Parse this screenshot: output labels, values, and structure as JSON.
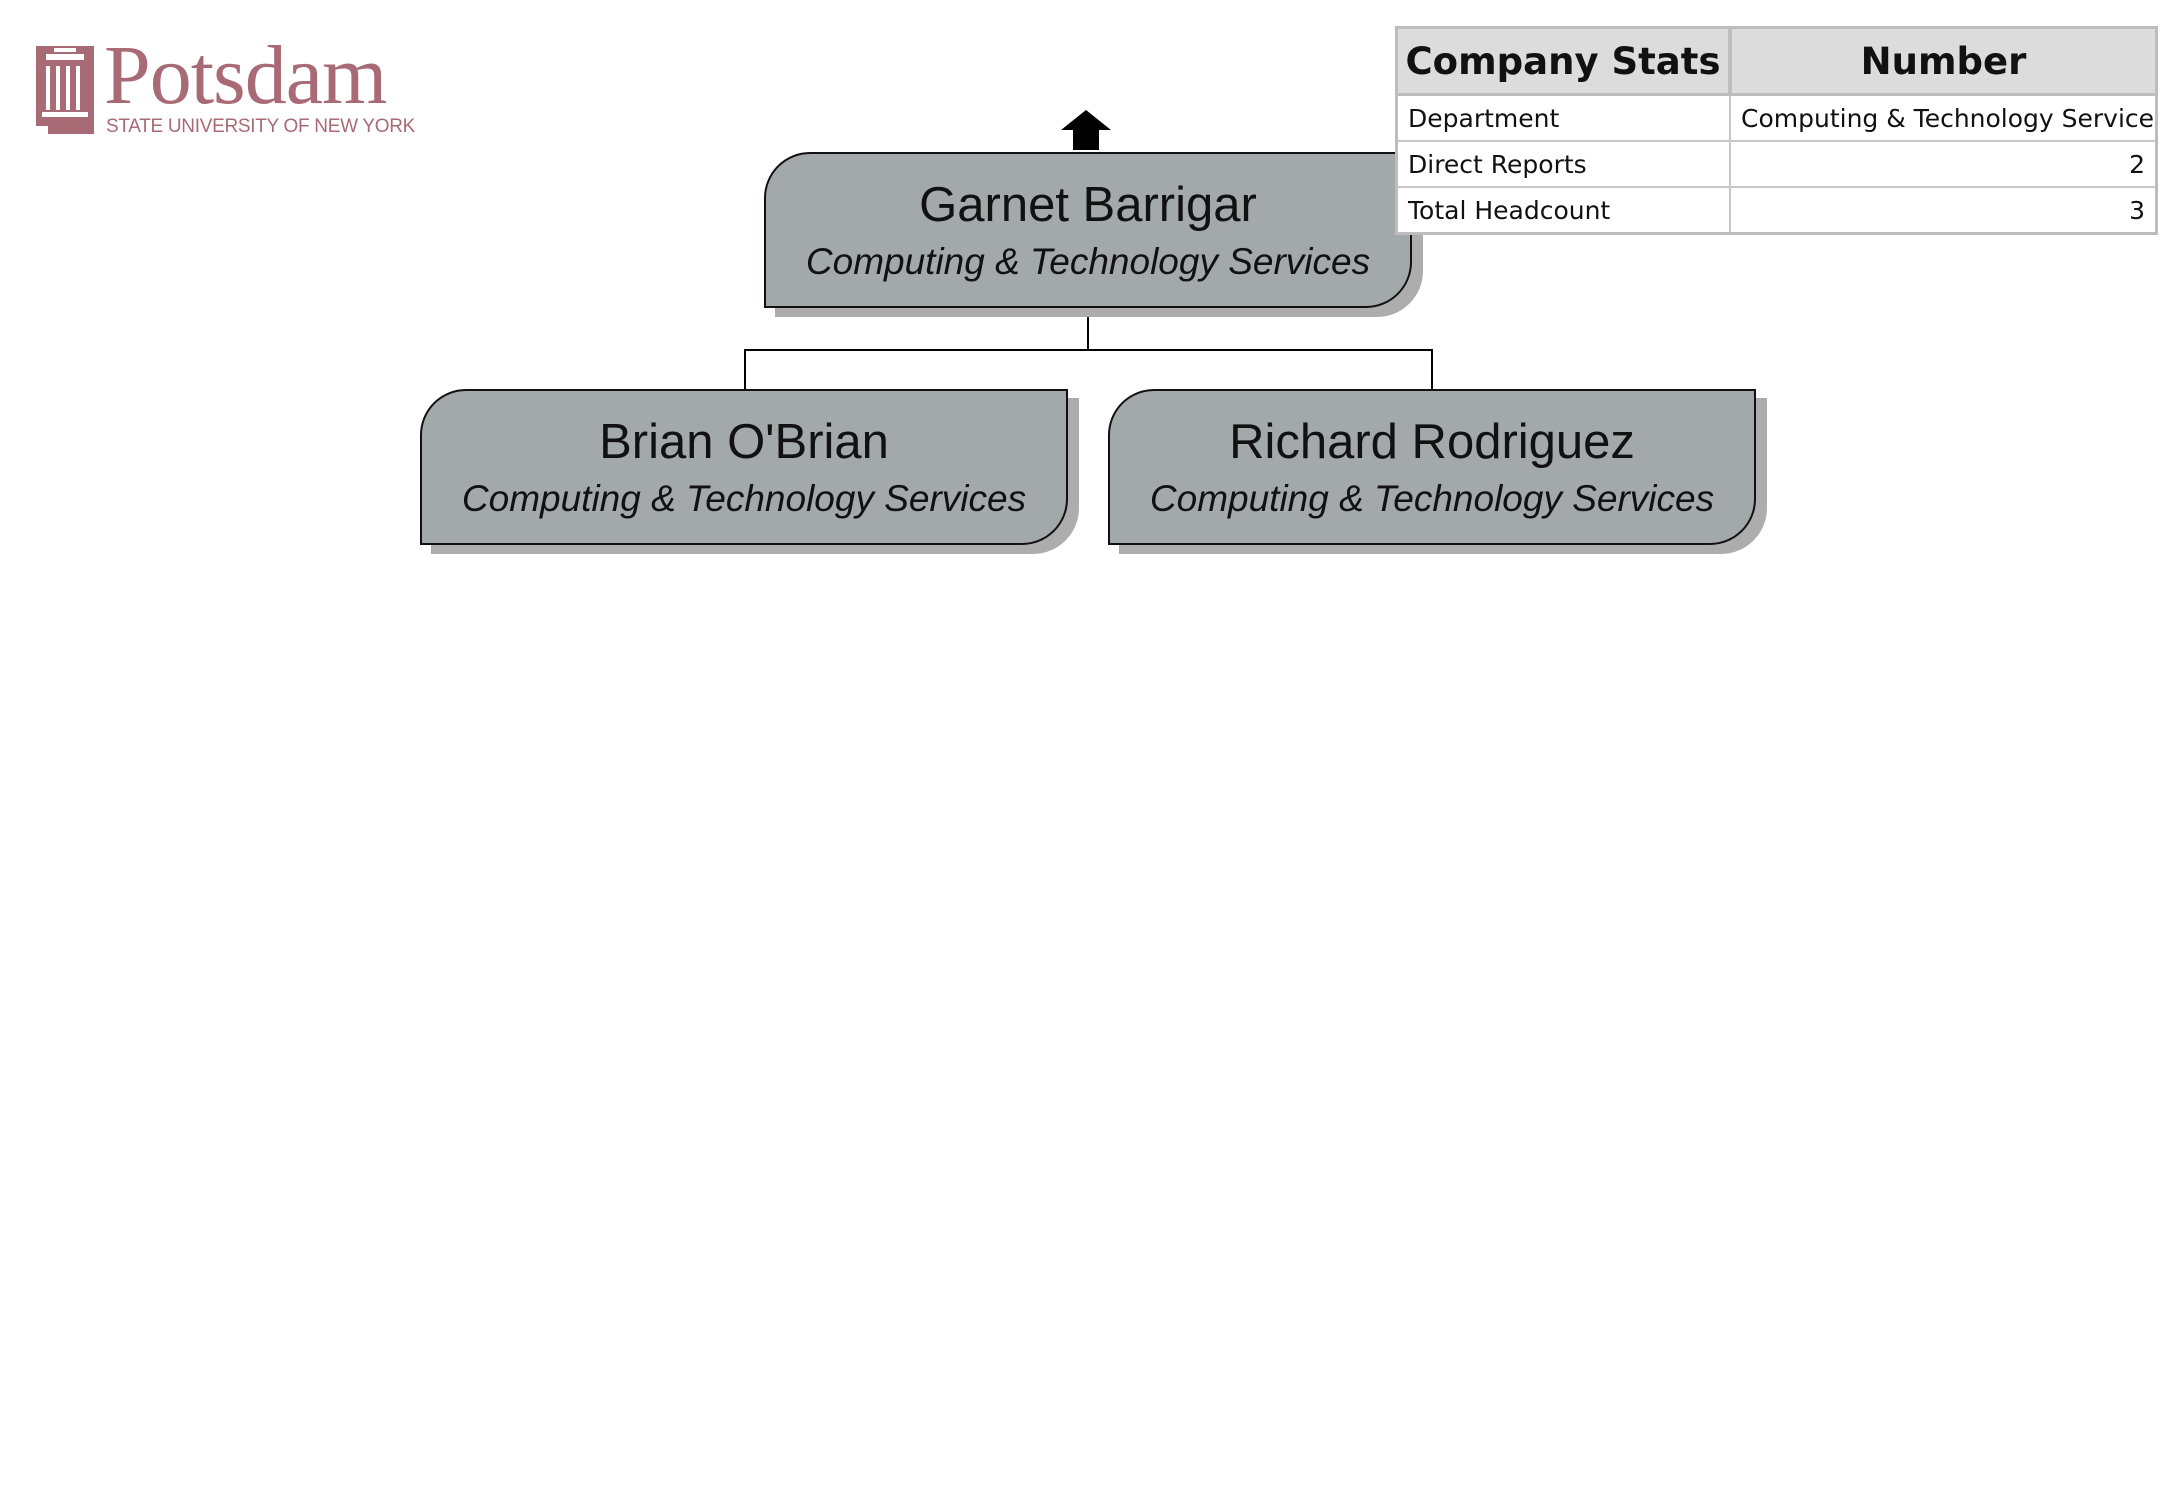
{
  "logo": {
    "wordmark": "Potsdam",
    "tagline": "STATE UNIVERSITY OF NEW YORK",
    "color": "#a86b75"
  },
  "navigation": {
    "up_icon": "up-arrow-icon"
  },
  "org_chart": {
    "root": {
      "name": "Garnet Barrigar",
      "department": "Computing & Technology Services"
    },
    "children": [
      {
        "name": "Brian O'Brian",
        "department": "Computing & Technology Services"
      },
      {
        "name": "Richard Rodriguez",
        "department": "Computing & Technology Services"
      }
    ],
    "card_fill": "#a3a8ab",
    "card_shadow": "#adadad"
  },
  "stats_table": {
    "headers": [
      "Company Stats",
      "Number"
    ],
    "rows": [
      {
        "label": "Department",
        "value": "Computing & Technology Services"
      },
      {
        "label": "Direct Reports",
        "value": "2"
      },
      {
        "label": "Total Headcount",
        "value": "3"
      }
    ]
  }
}
